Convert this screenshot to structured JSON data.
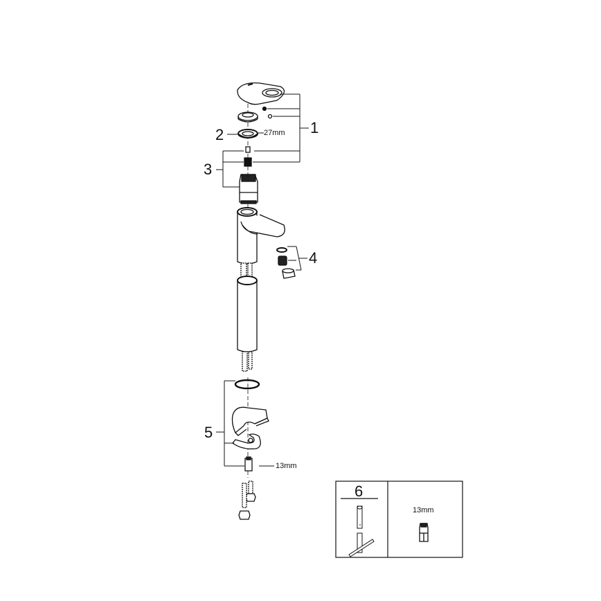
{
  "diagram": {
    "type": "exploded-parts-view",
    "subject": "single-lever basin faucet",
    "callouts": [
      {
        "number": "1",
        "description": "lever handle with cap and screws"
      },
      {
        "number": "2",
        "description": "cartridge nut",
        "dimension": "27mm"
      },
      {
        "number": "3",
        "description": "cartridge with adapter and screw"
      },
      {
        "number": "4",
        "description": "aerator set"
      },
      {
        "number": "5",
        "description": "mounting set (o-ring, horseshoe washer, nut, stud)",
        "dimension": "13mm"
      },
      {
        "number": "6",
        "description": "mounting wrench"
      }
    ],
    "labels": {
      "c1": "1",
      "c2": "2",
      "c2_dim": "27mm",
      "c3": "3",
      "c4": "4",
      "c5": "5",
      "c5_dim": "13mm",
      "c6": "6",
      "c6_dim": "13mm"
    }
  }
}
